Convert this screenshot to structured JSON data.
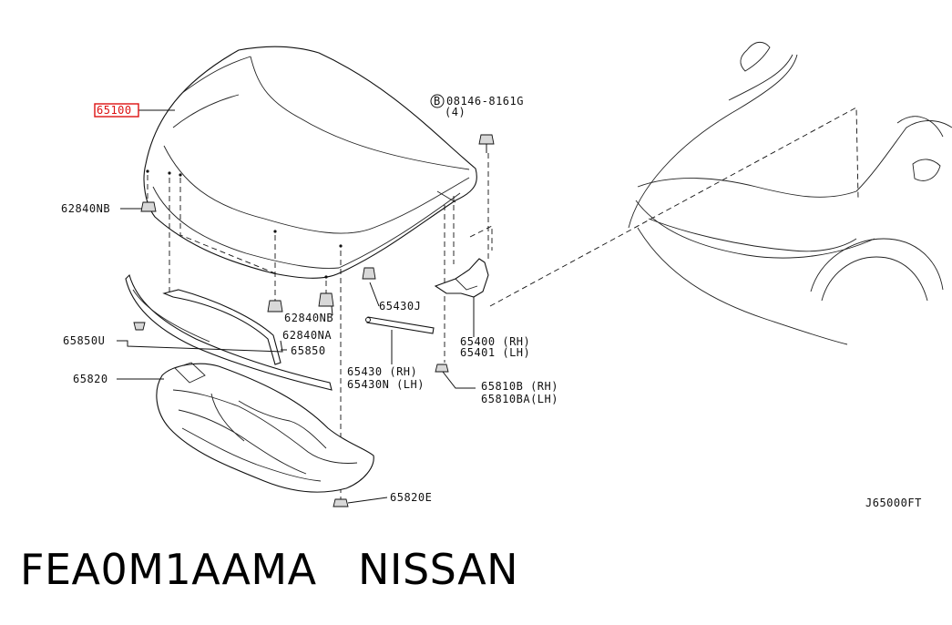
{
  "diagram": {
    "callouts": {
      "hood_panel": "65100",
      "bolt_spec": "08146-8161G",
      "bolt_qty": "(4)",
      "bumper_nb_left": "62840NB",
      "bumper_nb_right": "62840NB",
      "bumper_na": "62840NA",
      "stay_clip": "65430J",
      "clip_65850u": "65850U",
      "seal": "65850",
      "insulator": "65820",
      "hinge_rh": "65400 (RH)",
      "hinge_lh": "65401 (LH)",
      "stay_rh": "65430 (RH)",
      "stay_lh": "65430N (LH)",
      "rubber_rh": "65810B  (RH)",
      "rubber_lh": "65810BA(LH)",
      "clip_bottom": "65820E"
    },
    "bolt_marker": "B",
    "figure_code": "J65000FT"
  },
  "caption": {
    "part_code": "FEA0M1AAMA",
    "brand": "NISSAN"
  }
}
